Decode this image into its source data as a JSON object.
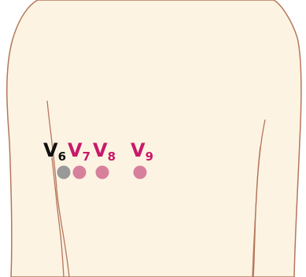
{
  "diagram": {
    "colors": {
      "skin": "#fdf3e3",
      "outline": "#b5765a",
      "reference_electrode": "#999999",
      "electrode": "#d7809c",
      "reference_text": "#111111",
      "lead_text": "#c8196a"
    },
    "electrodes": [
      {
        "id": "v6",
        "letter": "V",
        "number": "6",
        "kind": "reference"
      },
      {
        "id": "v7",
        "letter": "V",
        "number": "7",
        "kind": "posterior"
      },
      {
        "id": "v8",
        "letter": "V",
        "number": "8",
        "kind": "posterior"
      },
      {
        "id": "v9",
        "letter": "V",
        "number": "9",
        "kind": "posterior"
      }
    ]
  }
}
